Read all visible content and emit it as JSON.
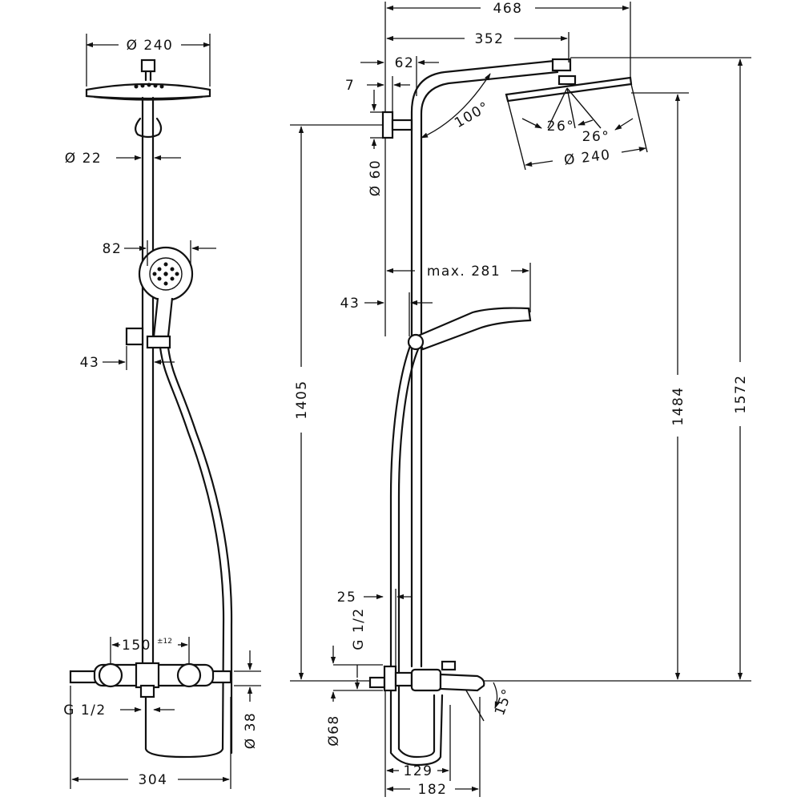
{
  "front_view": {
    "head_diameter": "Ø 240",
    "rail_diameter": "Ø 22",
    "handshower_width": "82",
    "holder_offset": "43",
    "connection_spacing": "150",
    "connection_tolerance": "±12",
    "inlet_thread": "G 1/2",
    "mixer_diameter": "Ø 38",
    "overall_width": "304"
  },
  "side_view": {
    "total_reach": "468",
    "arm_length": "352",
    "wall_bracket_depth": "62",
    "bracket_offset": "7",
    "bracket_diameter": "Ø 60",
    "arm_angle": "100°",
    "spray_angle_left": "26°",
    "spray_angle_right": "26°",
    "head_diameter": "Ø 240",
    "handshower_reach": "max. 281",
    "holder_offset": "43",
    "bracket_height": "1405",
    "head_height": "1484",
    "total_height": "1572",
    "pipe_offset": "25",
    "inlet_thread": "G 1/2",
    "escutcheon_diameter": "Ø68",
    "spout_angle": "15°",
    "spout_depth_inner": "129",
    "spout_depth_outer": "182"
  }
}
